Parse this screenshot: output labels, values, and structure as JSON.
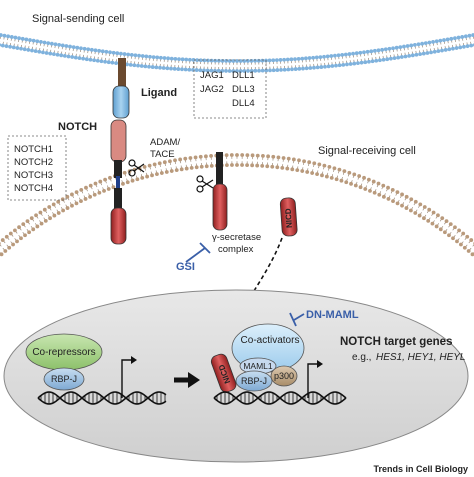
{
  "cells": {
    "sending": "Signal-sending cell",
    "receiving": "Signal-receiving cell"
  },
  "ligand": {
    "label": "Ligand",
    "members_col1": [
      "JAG1",
      "JAG2"
    ],
    "members_col2": [
      "DLL1",
      "DLL3",
      "DLL4"
    ]
  },
  "notch": {
    "label": "NOTCH",
    "members": [
      "NOTCH1",
      "NOTCH2",
      "NOTCH3",
      "NOTCH4"
    ]
  },
  "cleavage": {
    "adam": "ADAM/",
    "tace": "TACE",
    "gamma1": "γ-secretase",
    "gamma2": "complex"
  },
  "inhibitors": {
    "gsi": "GSI",
    "dn_maml": "DN-MAML"
  },
  "nucleus": {
    "corepressors": "Co-repressors",
    "rbpj_left": "RBP-J",
    "coactivators": "Co-activators",
    "maml1": "MAML1",
    "rbpj_right": "RBP-J",
    "p300": "p300",
    "nicd": "NICD",
    "target_title": "NOTCH target genes",
    "target_eg": "e.g.,",
    "target_genes": "HES1, HEY1, HEYL"
  },
  "nicd_free": "NICD",
  "footer": "Trends in Cell Biology",
  "colors": {
    "membrane_head": "#b99a7c",
    "sending_membrane_head": "#7fb2dd",
    "ligand_blue": "#8fc3e6",
    "notch_red": "#c73b3b",
    "nucleus_fill": "#d9d9d9",
    "corepressor_green": "#a8d08d",
    "coactivator_blue": "#b4d7f0",
    "inhibitor_blue": "#3a5fa8"
  }
}
